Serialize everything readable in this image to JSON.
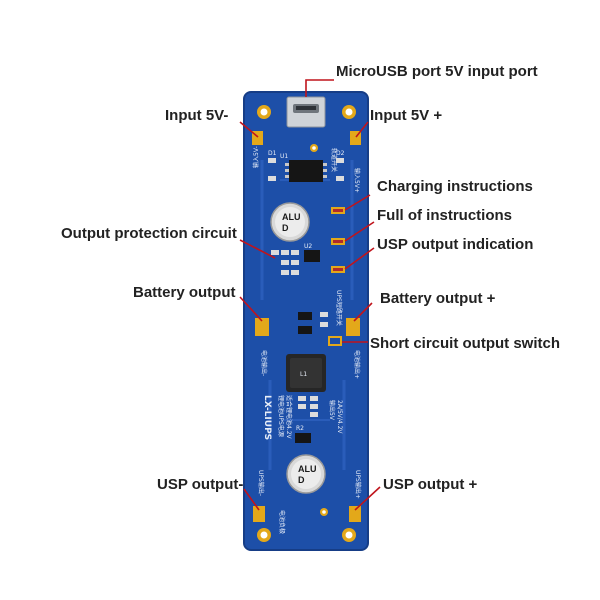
{
  "labels": {
    "microusb": "MicroUSB port 5V input port",
    "input_neg": "Input 5V-",
    "input_pos": "Input 5V +",
    "charging": "Charging instructions",
    "full": "Full of instructions",
    "output_protection": "Output protection circuit",
    "usp_indication": "USP output indication",
    "battery_out_neg": "Battery output",
    "battery_out_pos": "Battery output +",
    "short_circuit": "Short circuit output switch",
    "usp_out_neg": "USP output-",
    "usp_out_pos": "USP output +"
  },
  "board": {
    "model": "LX-LIUPS",
    "cap_top": "ALU\nD",
    "cap_bottom": "ALU\nD",
    "silk": {
      "in_neg": "输入5V-",
      "in_pos": "输入5V+",
      "switch": "轨道开关",
      "bat_neg": "电池输出-",
      "bat_pos": "电池输出+",
      "ups_neg": "UPS输出-",
      "ups_pos": "UPS输出+",
      "short": "UPS短路开关",
      "cells": "电池负极",
      "spec1": "输出5V",
      "spec2": "2A/5V/4.2V",
      "line1": "锂电池UPS电源",
      "line2": "适合锂电池4.2V",
      "r1": "D1",
      "r2": "D2",
      "r3": "R2",
      "ic1": "U1",
      "ic2": "U2",
      "l1": "L1"
    }
  },
  "colors": {
    "board": "#1d4fa8",
    "board_edge": "#163d86",
    "pad": "#e3a81a",
    "callout": "#c0141c",
    "text": "#222222"
  }
}
